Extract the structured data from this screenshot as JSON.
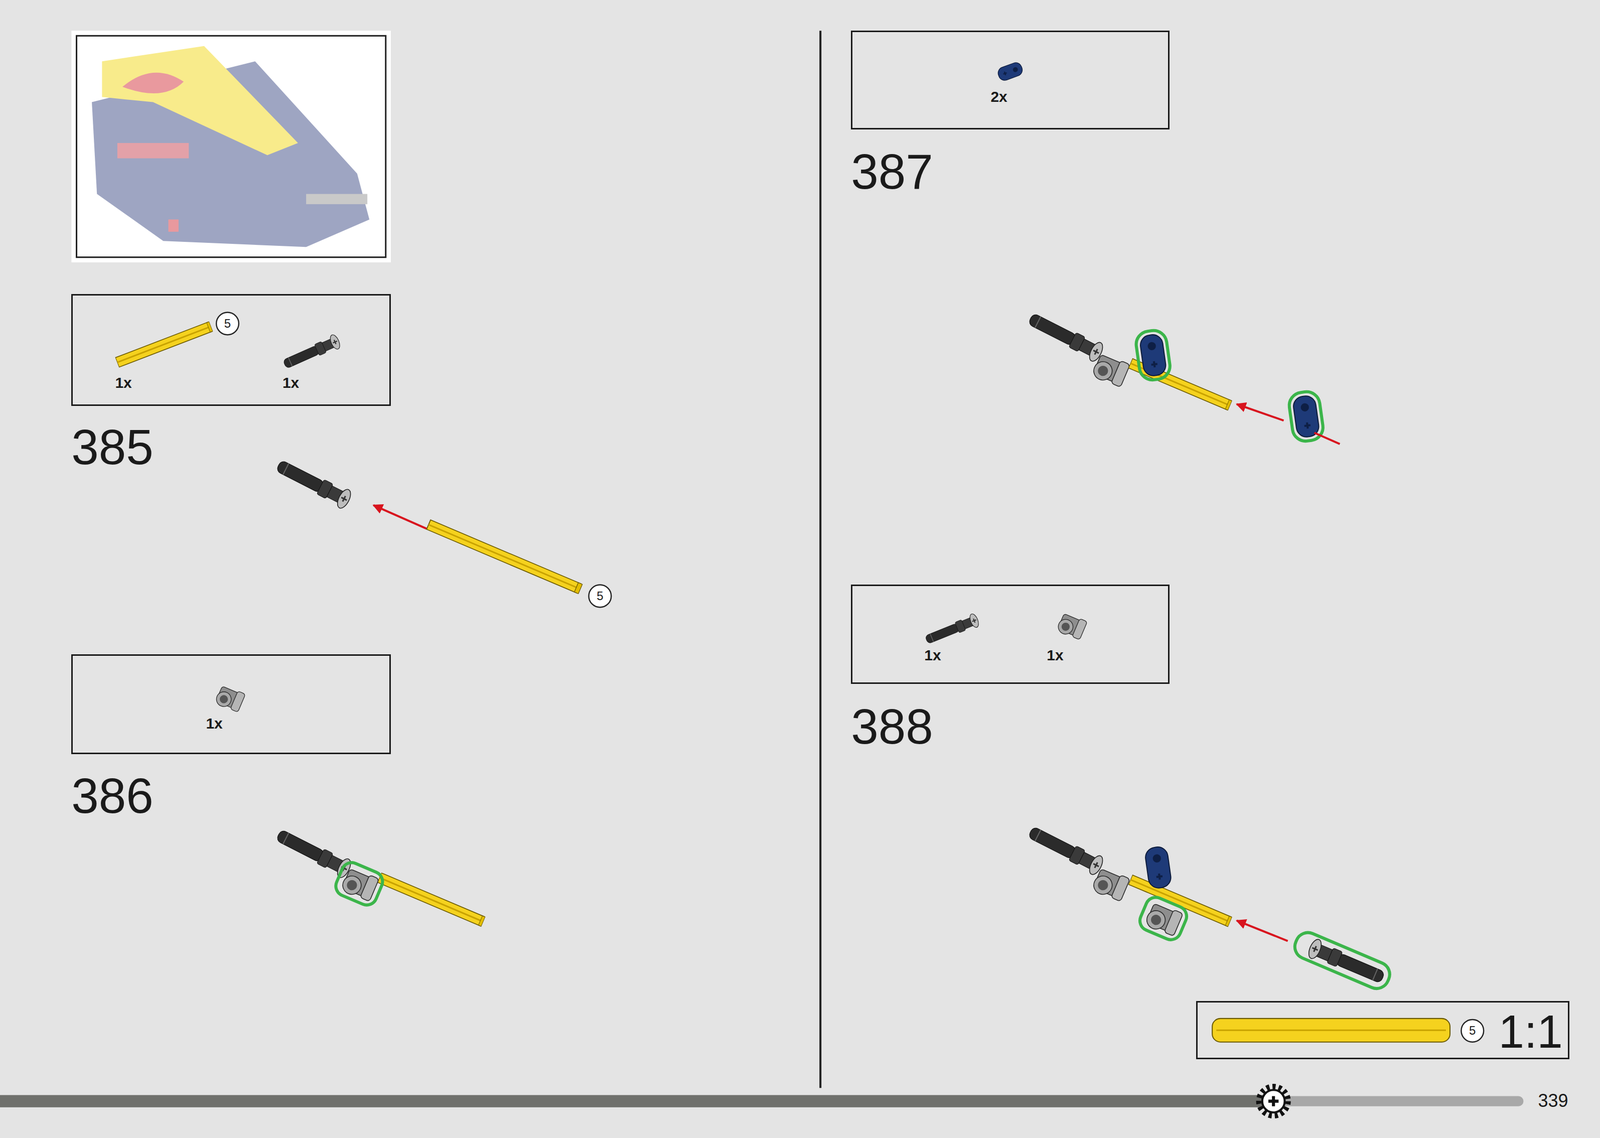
{
  "diagram": {
    "nodes": [
      {
        "text": [
          "5",
          "1x",
          "1x"
        ]
      },
      {
        "text": [
          "1x"
        ]
      },
      {
        "text": [
          "2x"
        ]
      },
      {
        "text": [
          "1x",
          "1x"
        ]
      },
      {
        "text": [
          "5",
          "1:1"
        ]
      }
    ],
    "labels": [
      "385",
      "5",
      "386",
      "387",
      "388",
      "339"
    ]
  }
}
